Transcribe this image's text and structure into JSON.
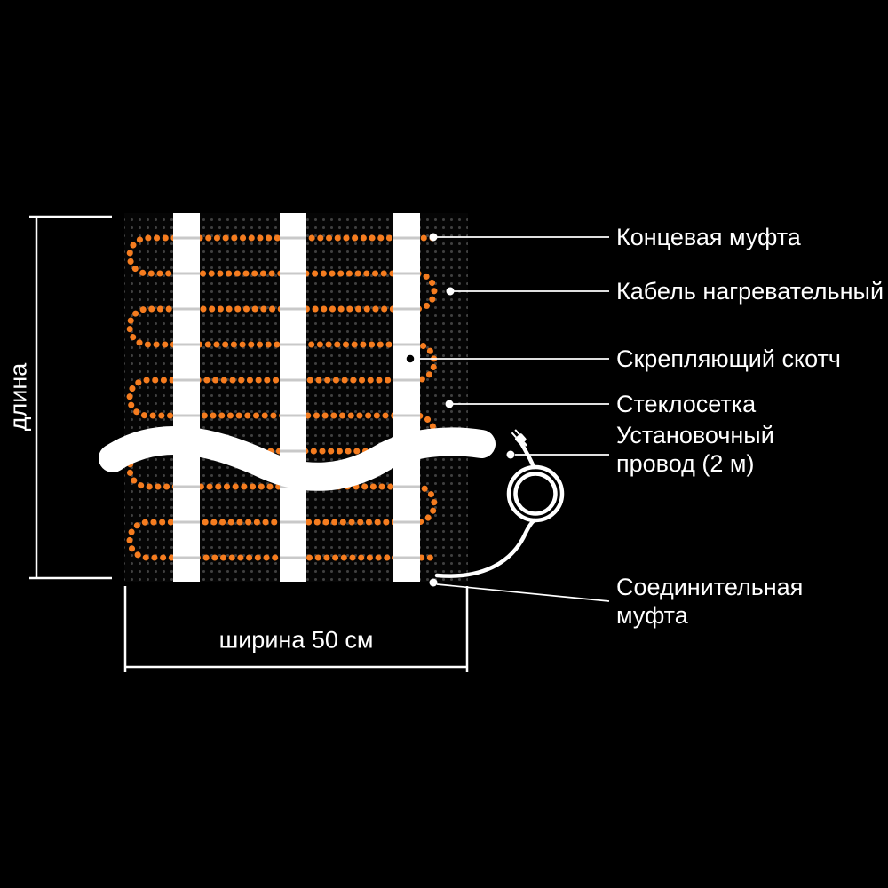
{
  "colors": {
    "background": "#000000",
    "cable": "#f57c1f",
    "line": "#ffffff",
    "tape": "#ffffff",
    "tape_tick": "#c9c9c9",
    "mesh_dot": "#414141"
  },
  "labels": {
    "end_coupling": "Концевая муфта",
    "heating_cable": "Кабель нагревательный",
    "binding_tape": "Скрепляющий скотч",
    "fiberglass_mesh": "Стеклосетка",
    "install_wire_l1": "Установочный",
    "install_wire_l2": "провод (2 м)",
    "connect_coupling_l1": "Соединительная",
    "connect_coupling_l2": "муфта"
  },
  "dimensions": {
    "length": "длина",
    "width": "ширина 50 см"
  }
}
